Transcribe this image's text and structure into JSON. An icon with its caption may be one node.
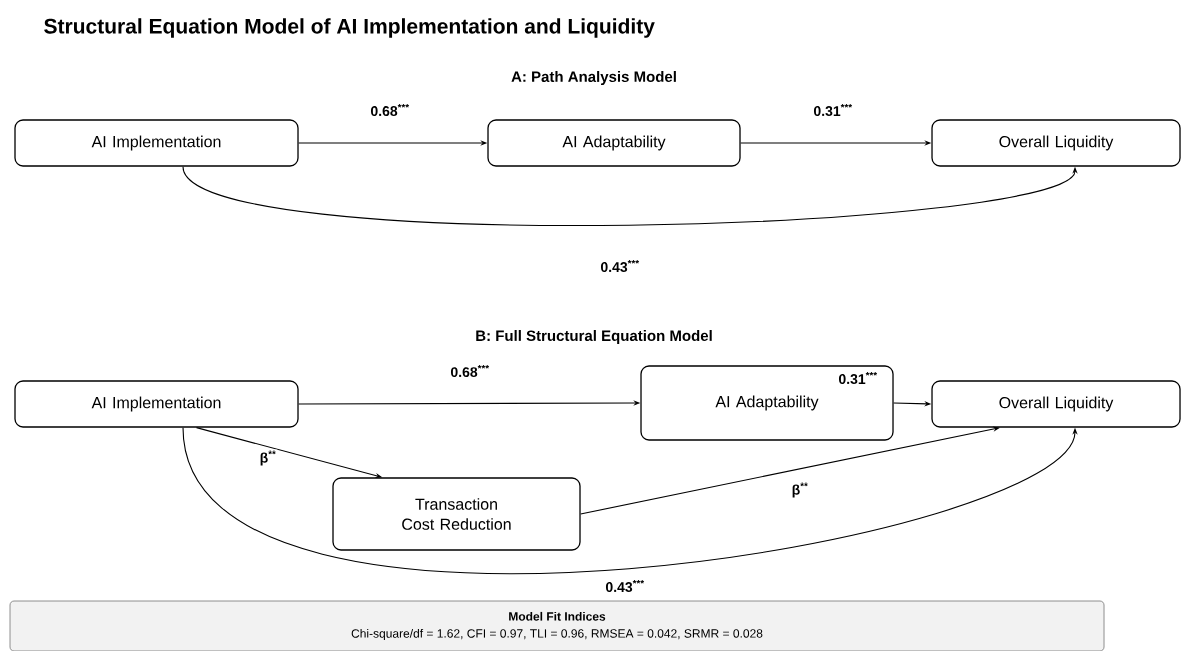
{
  "diagram": {
    "title": "Structural Equation Model of AI Implementation and Liquidity",
    "nodes": [
      {
        "text": [
          "AI Implementation"
        ]
      },
      {
        "text": [
          "AI Adaptability"
        ]
      },
      {
        "text": [
          "Overall Liquidity"
        ]
      },
      {
        "text": [
          "AI Implementation"
        ]
      },
      {
        "text": [
          "AI Adaptability"
        ]
      },
      {
        "text": [
          "Overall Liquidity"
        ]
      },
      {
        "text": [
          "Transaction Cost Reduction"
        ]
      },
      {
        "text": [
          "Model Fit Indices",
          "Chi-square/df = 1.62, CFI = 0.97, TLI = 0.96, RMSEA = 0.042, SRMR = 0.028"
        ]
      }
    ],
    "edges": [
      {
        "from": 0,
        "to": 1,
        "arrow": "to",
        "label": "0.68$^{***}$"
      },
      {
        "from": 1,
        "to": 2,
        "arrow": "to",
        "label": "0.31$^{***}$"
      },
      {
        "from": 0,
        "to": 2,
        "arrow": "to",
        "label": "0.43$^{***}$"
      },
      {
        "from": 3,
        "to": 4,
        "arrow": "to",
        "label": "0.68$^{***}$"
      },
      {
        "from": 4,
        "to": 5,
        "arrow": "to",
        "label": "0.31$^{***}$"
      },
      {
        "from": 3,
        "to": 6,
        "arrow": "to",
        "label": "β$^{**}$"
      },
      {
        "from": 6,
        "to": 5,
        "arrow": "to",
        "label": "β$^{**}$"
      },
      {
        "from": 3,
        "to": 5,
        "arrow": "to",
        "label": "0.43$^{***}$"
      }
    ],
    "labels": [
      "A: Path Analysis Model",
      "B: Full Structural Equation Model"
    ]
  }
}
